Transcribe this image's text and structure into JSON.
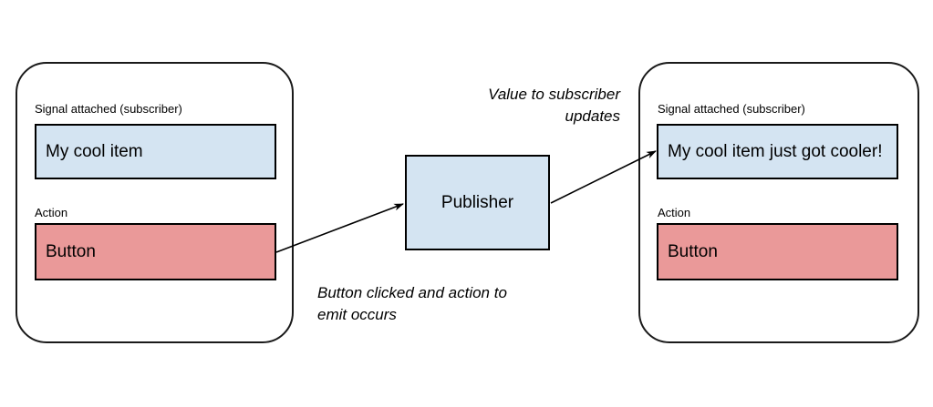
{
  "diagram": {
    "title_text": "",
    "colors": {
      "blue_fill": "#d4e4f2",
      "salmon_fill": "#ea9999",
      "stroke": "#000000",
      "background": "#ffffff"
    },
    "panels": [
      {
        "id": "before",
        "signal_label": "Signal attached (subscriber)",
        "signal_value": "My cool item",
        "action_label": "Action",
        "action_value": "Button"
      },
      {
        "id": "after",
        "signal_label": "Signal attached (subscriber)",
        "signal_value": "My cool item just got cooler!",
        "action_label": "Action",
        "action_value": "Button"
      }
    ],
    "publisher": {
      "label": "Publisher"
    },
    "annotations": [
      {
        "id": "emit",
        "line1": "Button clicked and action to",
        "line2": "emit occurs"
      },
      {
        "id": "update",
        "line1": "Value to subscriber",
        "line2": "updates"
      }
    ],
    "arrows": [
      {
        "id": "button-to-publisher",
        "from": "button-before",
        "to": "publisher"
      },
      {
        "id": "publisher-to-subscriber",
        "from": "publisher",
        "to": "signal-after"
      }
    ]
  }
}
